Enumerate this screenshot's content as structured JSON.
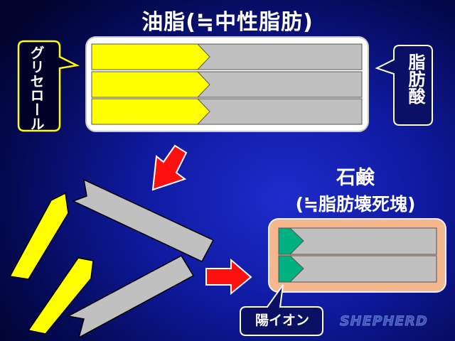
{
  "title": "油脂(≒中性脂肪)",
  "callouts": {
    "glycerol": "グリセロール",
    "fatty_acid": "脂肪酸",
    "anion": "陽イオン"
  },
  "soap": {
    "title": "石鹸",
    "subtitle": "(≒脂肪壊死塊)"
  },
  "watermark": "SHEPHERD",
  "colors": {
    "glycerol": "#ffff00",
    "fatty_acid": "#c0c0c0",
    "ion": "#00b080",
    "arrow": "#ff1010",
    "soap_box": "#f5b88e",
    "background": "#0f1aa0"
  }
}
